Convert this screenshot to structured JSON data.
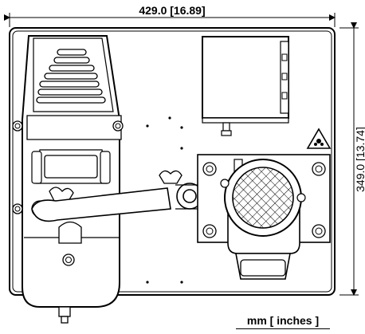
{
  "dimensions": {
    "width_label": "429.0 [16.89]",
    "height_label": "349.0 [13.74]"
  },
  "units_label": "mm [ inches ]",
  "colors": {
    "line": "#000000",
    "plate": "#ffffff",
    "mesh": "#000000"
  },
  "icons": [
    "warning-biohazard-icon",
    "mesh-filter-icon",
    "wing-nut-icon"
  ]
}
